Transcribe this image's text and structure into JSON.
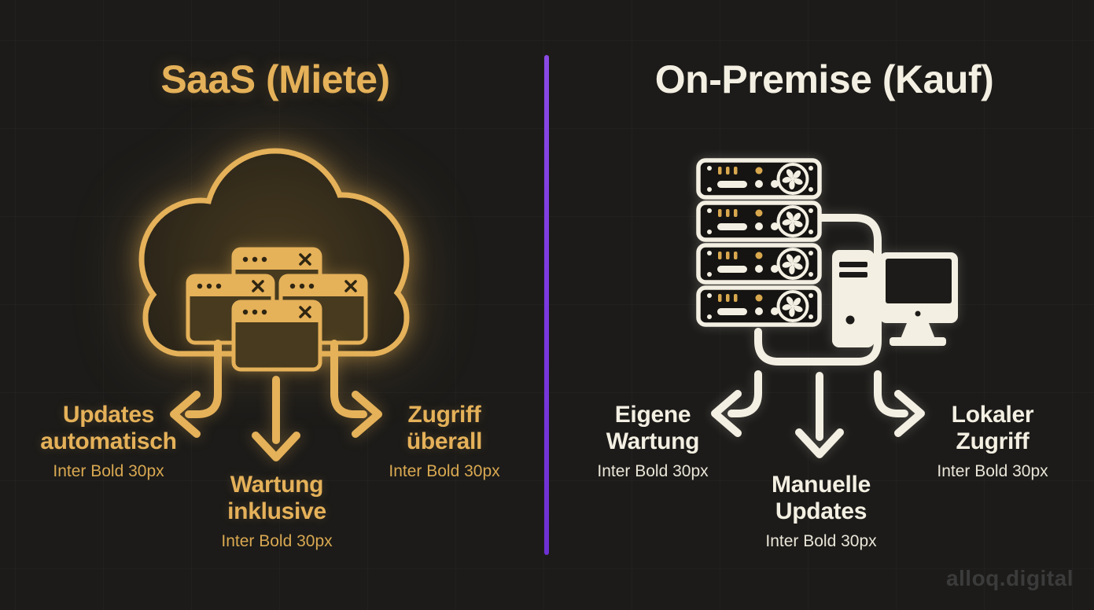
{
  "left": {
    "title": "SaaS (Miete)",
    "icon": "cloud-with-browser-windows-icon",
    "labels": [
      {
        "line1": "Updates",
        "line2": "automatisch",
        "sub": "Inter Bold 30px"
      },
      {
        "line1": "Wartung",
        "line2": "inklusive",
        "sub": "Inter Bold 30px"
      },
      {
        "line1": "Zugriff",
        "line2": "überall",
        "sub": "Inter Bold 30px"
      }
    ]
  },
  "right": {
    "title": "On-Premise (Kauf)",
    "icon": "server-rack-with-desktop-pc-icon",
    "labels": [
      {
        "line1": "Eigene",
        "line2": "Wartung",
        "sub": "Inter Bold 30px"
      },
      {
        "line1": "Manuelle",
        "line2": "Updates",
        "sub": "Inter Bold 30px"
      },
      {
        "line1": "Lokaler",
        "line2": "Zugriff",
        "sub": "Inter Bold 30px"
      }
    ]
  },
  "watermark": "alloq.digital",
  "colors": {
    "bg": "#1c1b19",
    "gold": "#e5b159",
    "cream": "#f3efe2",
    "purple": "#7c3ae0",
    "watermark": "#3b3b3b"
  }
}
